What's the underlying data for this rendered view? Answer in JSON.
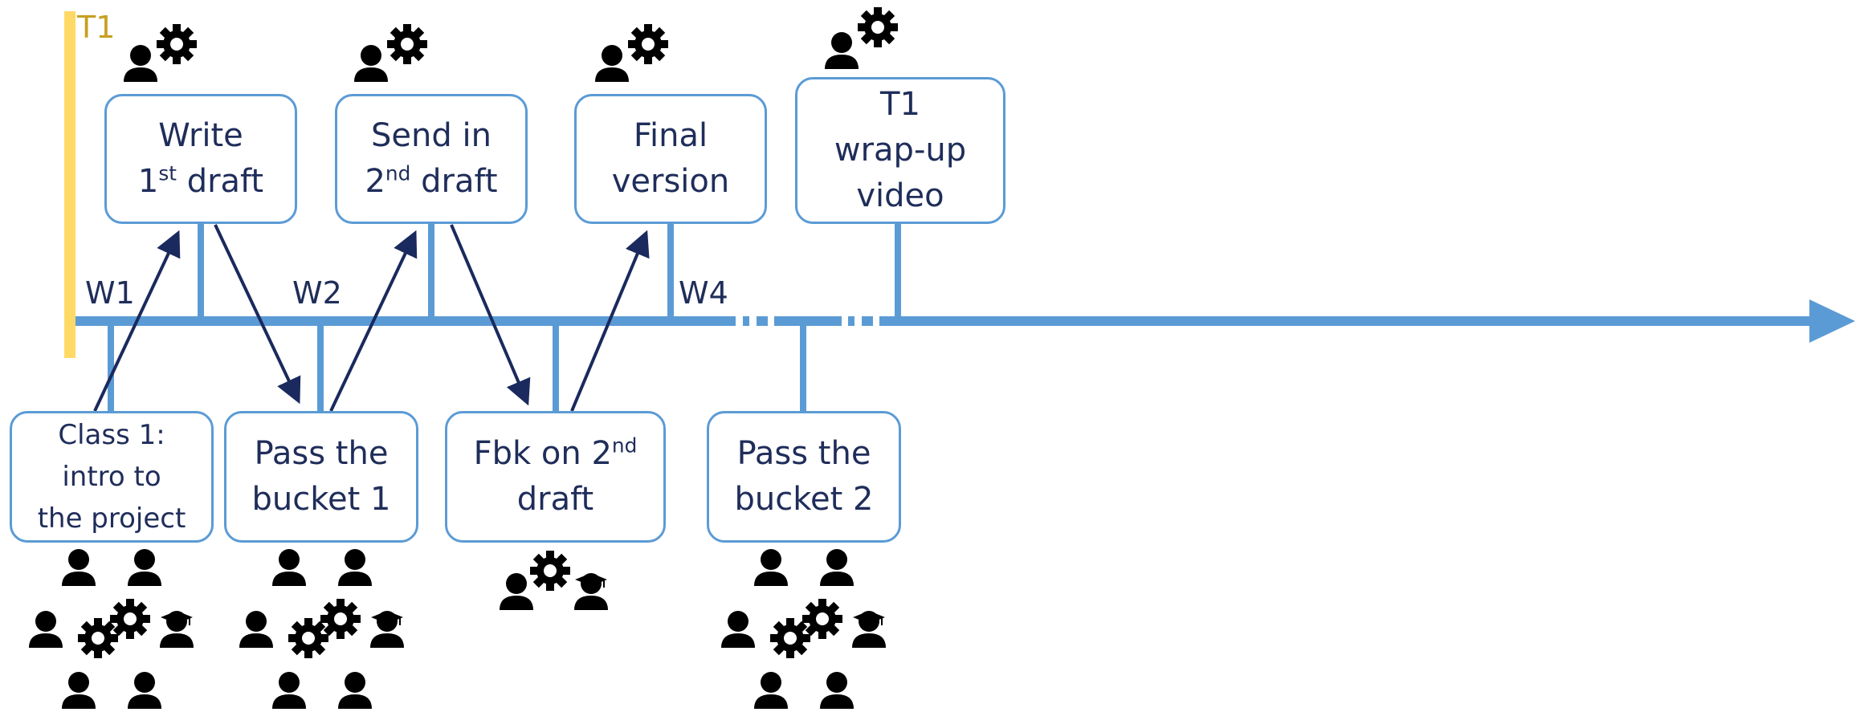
{
  "timeline": {
    "term_marker": "T1",
    "weeks": [
      "W1",
      "W2",
      "W4"
    ]
  },
  "tasks_above": [
    {
      "id": "write-draft",
      "l1": "Write",
      "l2a": "1",
      "l2sup": "st",
      "l2b": " draft"
    },
    {
      "id": "send-draft",
      "l1": "Send in",
      "l2a": "2",
      "l2sup": "nd",
      "l2b": " draft"
    },
    {
      "id": "final-version",
      "l1": "Final",
      "l2": "version"
    },
    {
      "id": "wrap-up-video",
      "l1": "T1",
      "l2": "wrap-up",
      "l3": "video"
    }
  ],
  "tasks_below": [
    {
      "id": "class-1",
      "l1": "Class 1:",
      "l2": "intro to",
      "l3": "the project"
    },
    {
      "id": "pass-bucket-1",
      "l1": "Pass the",
      "l2": "bucket 1"
    },
    {
      "id": "fbk-draft",
      "l1a": "Fbk on 2",
      "l1sup": "nd",
      "l2": "draft"
    },
    {
      "id": "pass-bucket-2",
      "l1": "Pass the",
      "l2": "bucket 2"
    }
  ],
  "icons": {
    "solo_worker": "person-with-gear-icon",
    "class_group": "group-with-gears-and-teacher-icon",
    "feedback_group": "pair-with-gear-and-teacher-icon"
  },
  "colors": {
    "timeline": "#5b9bd5",
    "arrow": "#1a2a5e",
    "text": "#1f2d5a",
    "term_bar": "#ffd966",
    "term_label": "#c7a022",
    "icon": "#000000"
  }
}
